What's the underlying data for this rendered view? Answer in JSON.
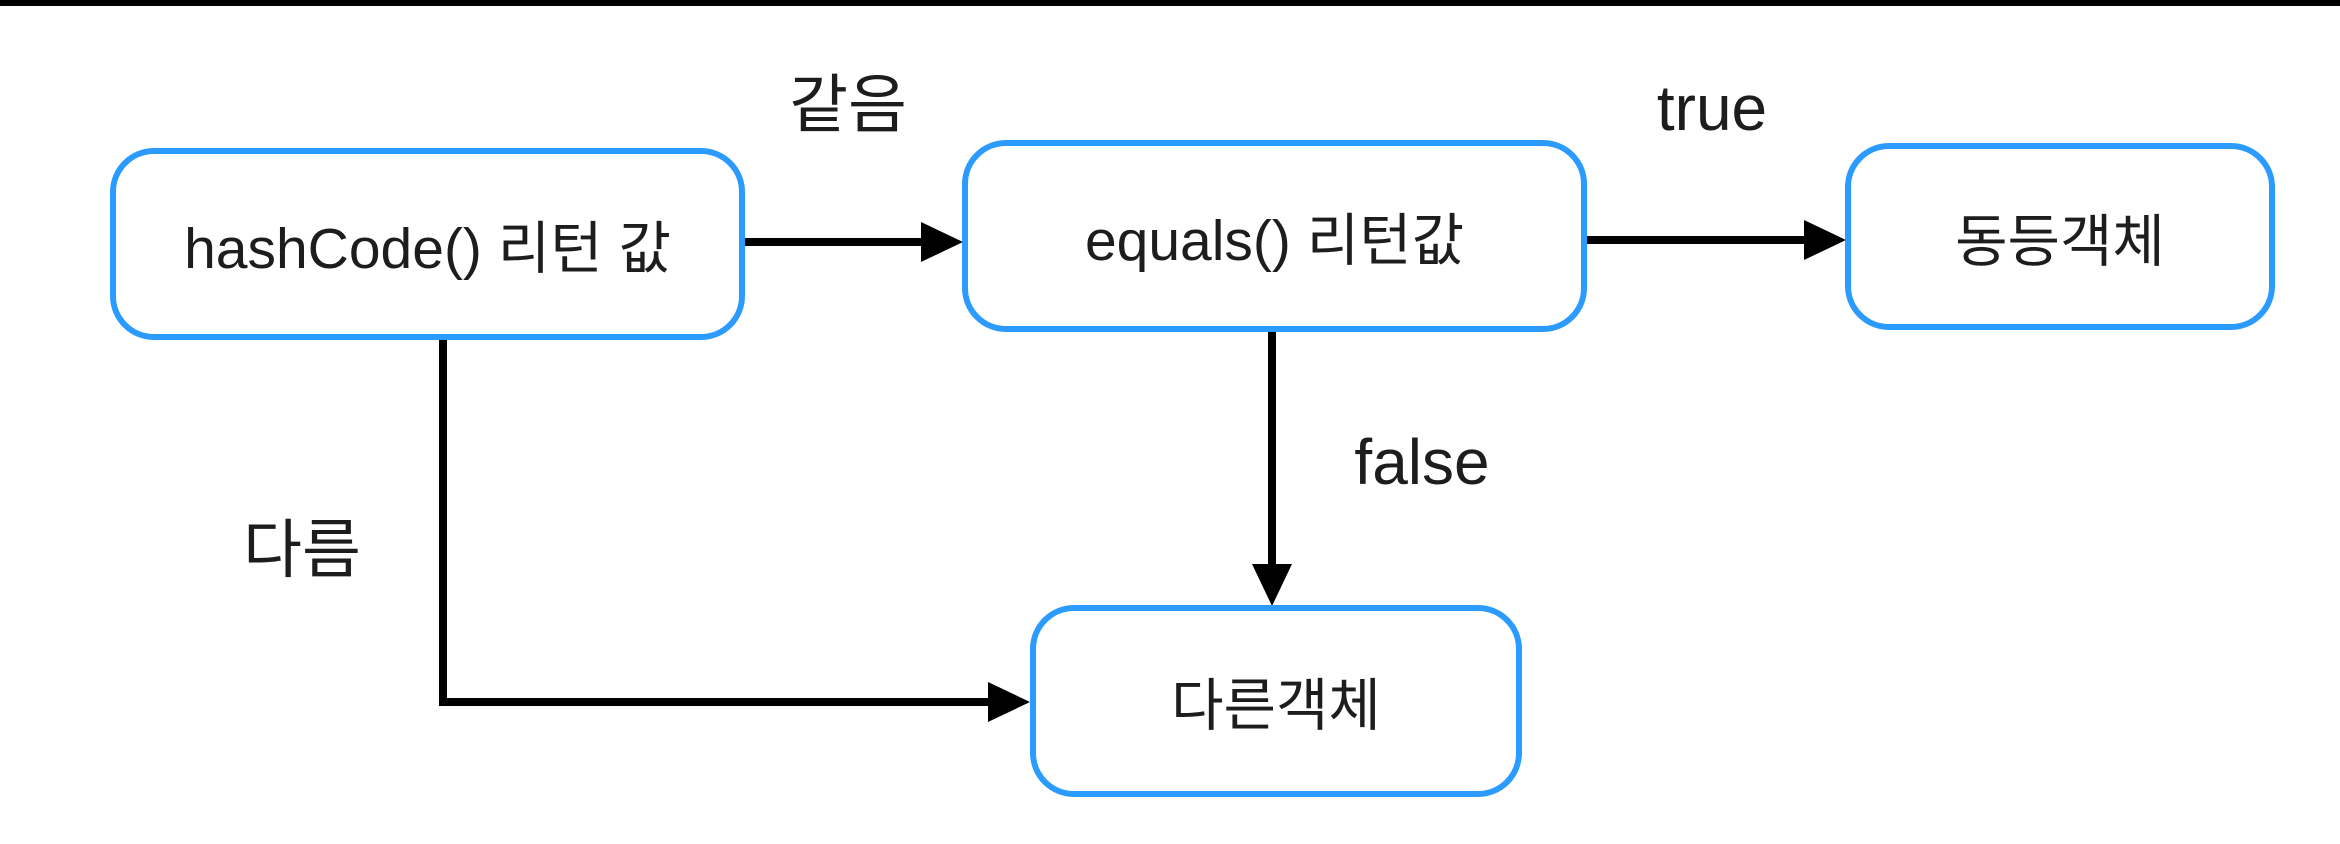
{
  "diagram": {
    "type": "flowchart",
    "nodes": {
      "hashcode": {
        "label": "hashCode() 리턴 값"
      },
      "equals": {
        "label": "equals() 리턴값"
      },
      "equal_object": {
        "label": "동등객체"
      },
      "different_object": {
        "label": "다른객체"
      }
    },
    "edges": {
      "same": {
        "label": "같음",
        "from": "hashcode",
        "to": "equals"
      },
      "true": {
        "label": "true",
        "from": "equals",
        "to": "equal_object"
      },
      "false": {
        "label": "false",
        "from": "equals",
        "to": "different_object"
      },
      "different": {
        "label": "다름",
        "from": "hashcode",
        "to": "different_object"
      }
    },
    "colors": {
      "node_border": "#2b9bff",
      "node_fill": "#ffffff",
      "arrow": "#000000",
      "text": "#1d1d1f",
      "top_bar": "#000000",
      "background": "#ffffff"
    }
  }
}
